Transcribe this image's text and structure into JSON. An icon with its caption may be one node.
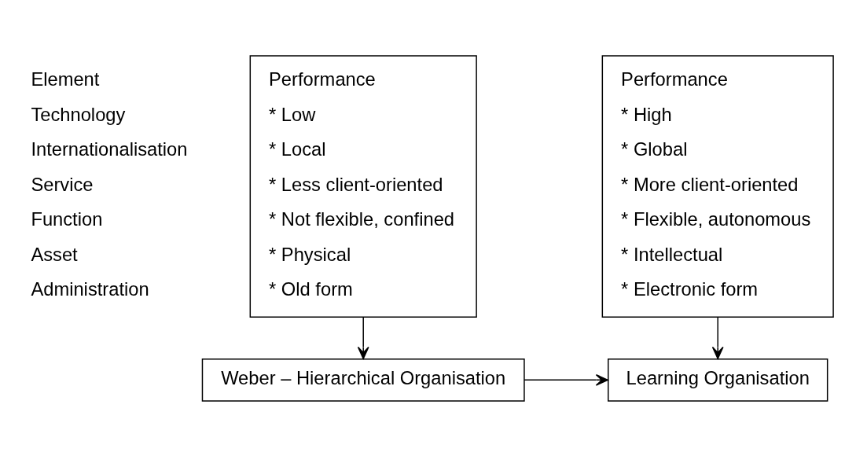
{
  "diagram": {
    "nodes": [
      {
        "text": [
          "Weber – Hierarchical Organisation"
        ]
      },
      {
        "text": [
          "Learning Organisation"
        ]
      },
      {
        "text": [
          "Performance",
          "* Low",
          "* Local",
          "* Less client-oriented",
          "* Not flexible, confined",
          "* Physical",
          "* Old form"
        ]
      },
      {
        "text": [
          "Performance",
          "* High",
          "* Global",
          "* More client-oriented",
          "* Flexible, autonomous",
          "* Intellectual",
          "* Electronic form"
        ]
      }
    ],
    "edges": [
      {
        "from": 0,
        "to": 1,
        "arrow": "to"
      },
      {
        "from": 2,
        "to": 0,
        "arrow": "to"
      },
      {
        "from": 3,
        "to": 1,
        "arrow": "to"
      }
    ],
    "labels": [
      "Element",
      "Technology",
      "Internationalisation",
      "Service",
      "Function",
      "Asset",
      "Administration"
    ]
  }
}
